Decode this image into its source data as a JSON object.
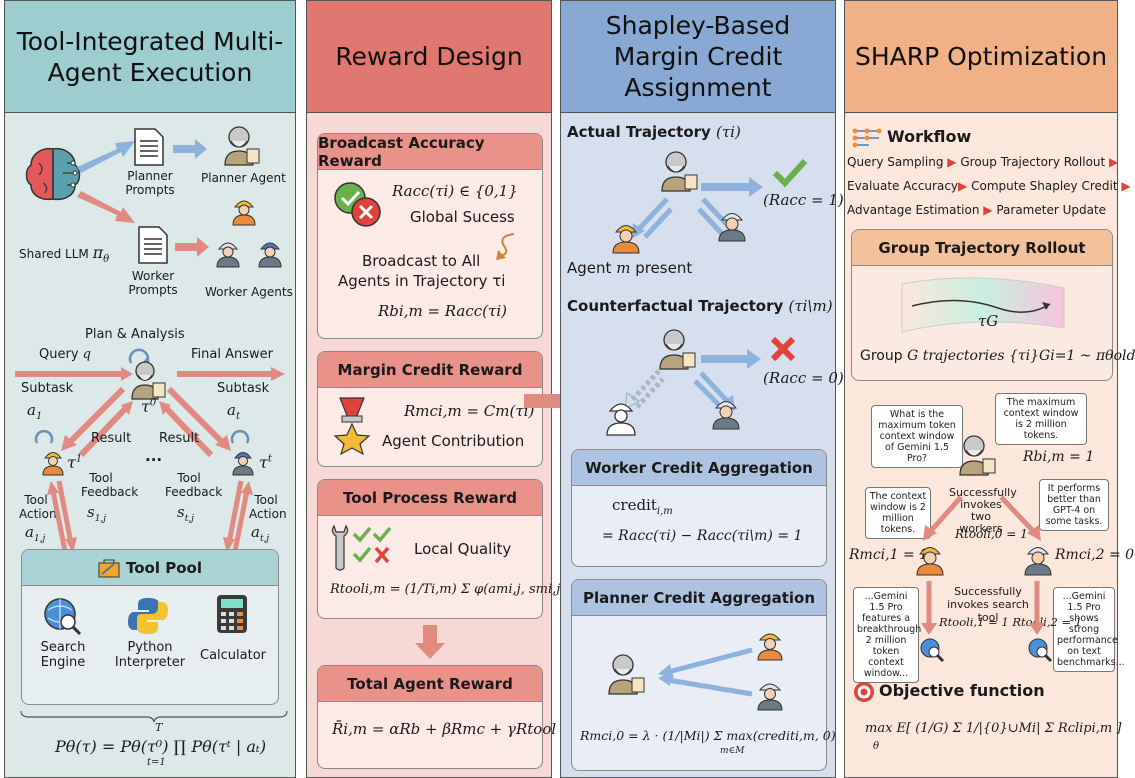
{
  "columns": {
    "col1": {
      "title": "Tool-Integrated Multi-Agent Execution",
      "bg": "#dde9e9",
      "head": "#9dcdcf"
    },
    "col2": {
      "title": "Reward Design",
      "bg": "#f6d9d4",
      "head": "#e07770"
    },
    "col3": {
      "title": "Shapley-Based Margin Credit Assignment",
      "bg": "#d6dfee",
      "head": "#89a8d3"
    },
    "col4": {
      "title": "SHARP Optimization",
      "bg": "#fbe7dc",
      "head": "#f0b187"
    }
  },
  "col1": {
    "planner_prompts": "Planner Prompts",
    "planner_agent": "Planner Agent",
    "worker_prompts": "Worker Prompts",
    "worker_agents": "Worker Agents",
    "shared_llm": "Shared LLM",
    "pi_theta": "π",
    "pi_theta_sub": "θ",
    "plan_analysis": "Plan & Analysis",
    "query": "Query",
    "query_var": "q",
    "final_answer": "Final Answer",
    "subtask": "Subtask",
    "a1": "a",
    "a1_sub": "1",
    "at": "a",
    "at_sub": "t",
    "tau0": "τ",
    "tau0_sup": "0",
    "result": "Result",
    "tau1": "τ",
    "tau1_sup": "1",
    "taut": "τ",
    "taut_sup": "t",
    "ellipsis": "...",
    "tool_feedback": "Tool Feedback",
    "tool_action": "Tool Action",
    "s1j": "s",
    "s1j_sub": "1,j",
    "stj": "s",
    "stj_sub": "t,j",
    "a1j": "a",
    "a1j_sub": "1,j",
    "atj": "a",
    "atj_sub": "t,j",
    "tool_pool": "Tool Pool",
    "tool_search": "Search Engine",
    "tool_python": "Python Interpreter",
    "tool_calc": "Calculator",
    "formula": "Pθ(τ) = Pθ(τ⁰) ∏ Pθ(τᵗ | aₜ)",
    "formula_top": "T",
    "formula_bottom": "t=1"
  },
  "col2": {
    "card1_title": "Broadcast Accuracy Reward",
    "card1_eq": "Racc(τi) ∈ {0,1}",
    "card1_global": "Global Sucess",
    "card1_broadcast1": "Broadcast to All",
    "card1_broadcast2": "Agents in Trajectory τi",
    "card1_eq2": "Rbi,m = Racc(τi)",
    "card2_title": "Margin Credit Reward",
    "card2_eq": "Rmci,m = Cm(τi)",
    "card2_label": "Agent Contribution",
    "card3_title": "Tool Process Reward",
    "card3_label": "Local Quality",
    "card3_eq": "Rtooli,m = (1/Ti,m) Σ φ(ami,j, smi,j)",
    "card4_title": "Total Agent Reward",
    "card4_eq": "R̄i,m = αRb + βRmc + γRtool"
  },
  "col3": {
    "actual": "Actual Trajectory",
    "actual_var": "(τi)",
    "racc1": "(Racc = 1)",
    "agent_present": "Agent",
    "agent_present_var": "m",
    "agent_present_tail": "present",
    "counterfactual": "Counterfactual Trajectory",
    "counterfactual_var": "(τi\\m)",
    "racc0": "(Racc = 0)",
    "worker_title": "Worker Credit Aggregation",
    "worker_eq1": "credit",
    "worker_eq1_sub": "i,m",
    "worker_eq2": "= Racc(τi) − Racc(τi\\m) = 1",
    "planner_title": "Planner Credit Aggregation",
    "planner_eq": "Rmci,0 = λ · (1/|Mi|) Σ max(crediti,m, 0)",
    "planner_sum_sub": "m∈M"
  },
  "col4": {
    "workflow": "Workflow",
    "wf_items": [
      "Query Sampling",
      "Group Trajectory Rollout",
      "Evaluate Accuracy",
      "Compute Shapley Credit",
      "Advantage Estimation",
      "Parameter Update"
    ],
    "rollout_title": "Group Trajectory Rollout",
    "tau_g": "τG",
    "group_text": "Group",
    "group_var": "G",
    "group_tail": "trajectories {τi}Gi=1 ~ πθold",
    "q_bubble": "What is the maximum token context window of Gemini 1.5 Pro?",
    "a_bubble": "The maximum context window is 2 million tokens.",
    "rb": "Rbi,m = 1",
    "w1_bubble": "The context window is 2 million tokens.",
    "w2_bubble": "It performs better than GPT-4 on some tasks.",
    "invokes_two": "Successfully invokes two workers",
    "rtool0": "Rtooli,0 = 1",
    "rmc1": "Rmci,1 = 1",
    "rmc2": "Rmci,2 = 0",
    "search_text1": "...Gemini 1.5 Pro features a breakthrough 2 million token context window...",
    "search_text2": "...Gemini 1.5 Pro shows strong performance on text benchmarks...",
    "invokes_search": "Successfully invokes search tool",
    "rtool12": "Rtooli,1 = 1  Rtooli,2 = 1",
    "objective": "Objective function",
    "objective_eq": "max E[ (1/G) Σ 1/|{0}∪Mi| Σ Rclipi,m ]",
    "objective_sub": "θ"
  },
  "colors": {
    "arrow_blue": "#8fb2dc",
    "arrow_red": "#e08a82",
    "check_green": "#6ab04c",
    "cross_red": "#e0433a"
  }
}
